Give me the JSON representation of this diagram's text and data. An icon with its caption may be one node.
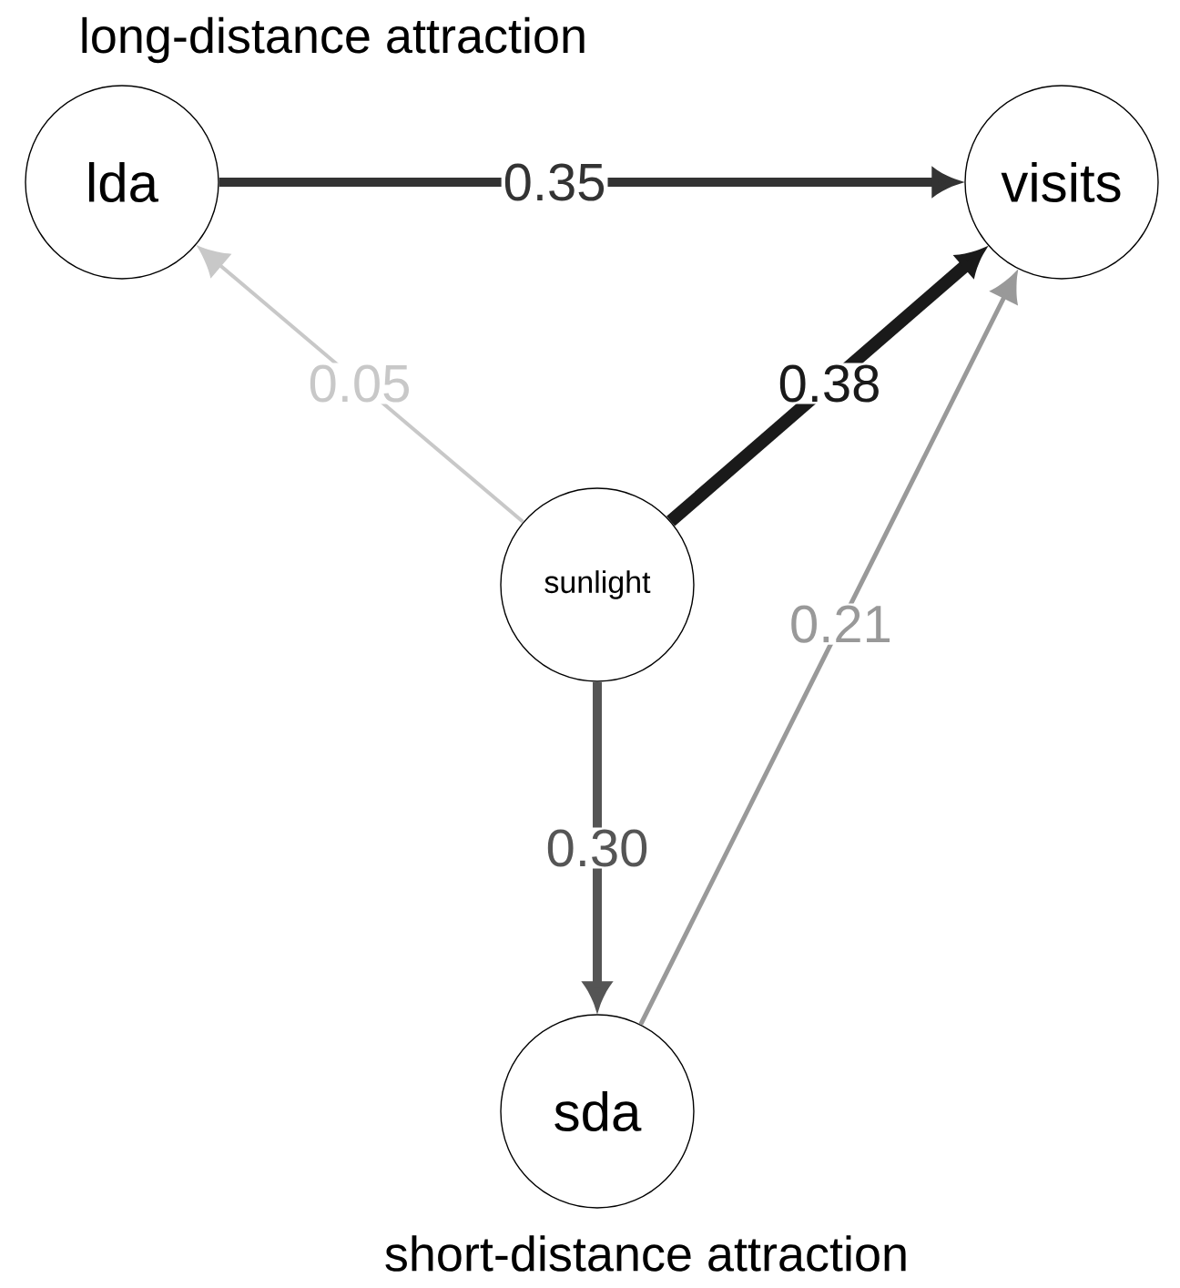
{
  "diagram": {
    "nodes": [
      {
        "text": [
          "lda"
        ],
        "beside": [
          "long-distance attraction"
        ]
      },
      {
        "text": [
          "visits"
        ]
      },
      {
        "text": [
          "sunlight"
        ]
      },
      {
        "text": [
          "sda"
        ],
        "beside": [
          "short-distance attraction"
        ]
      }
    ],
    "edges": [
      {
        "from": 0,
        "to": 1,
        "arrow": "to",
        "label": "0.35",
        "color": "#333333"
      },
      {
        "from": 2,
        "to": 0,
        "arrow": "to",
        "label": "0.05",
        "color": "#c8c8c8"
      },
      {
        "from": 2,
        "to": 1,
        "arrow": "to",
        "label": "0.38",
        "color": "#1a1a1a"
      },
      {
        "from": 2,
        "to": 3,
        "arrow": "to",
        "label": "0.30",
        "color": "#555555"
      },
      {
        "from": 3,
        "to": 1,
        "arrow": "to",
        "label": "0.21",
        "color": "#999999"
      }
    ]
  }
}
